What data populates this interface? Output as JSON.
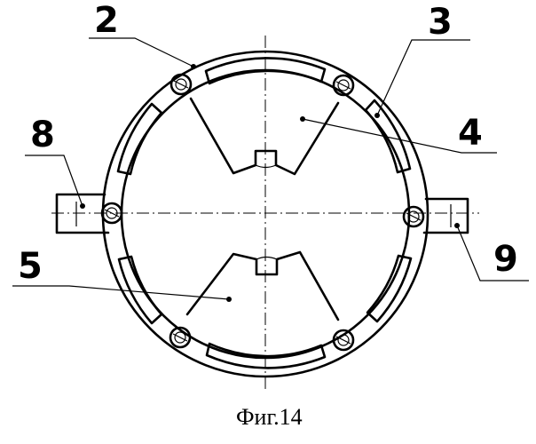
{
  "labels": {
    "l2": "2",
    "l3": "3",
    "l4": "4",
    "l5": "5",
    "l8": "8",
    "l9": "9"
  },
  "caption": "Фиг.14"
}
